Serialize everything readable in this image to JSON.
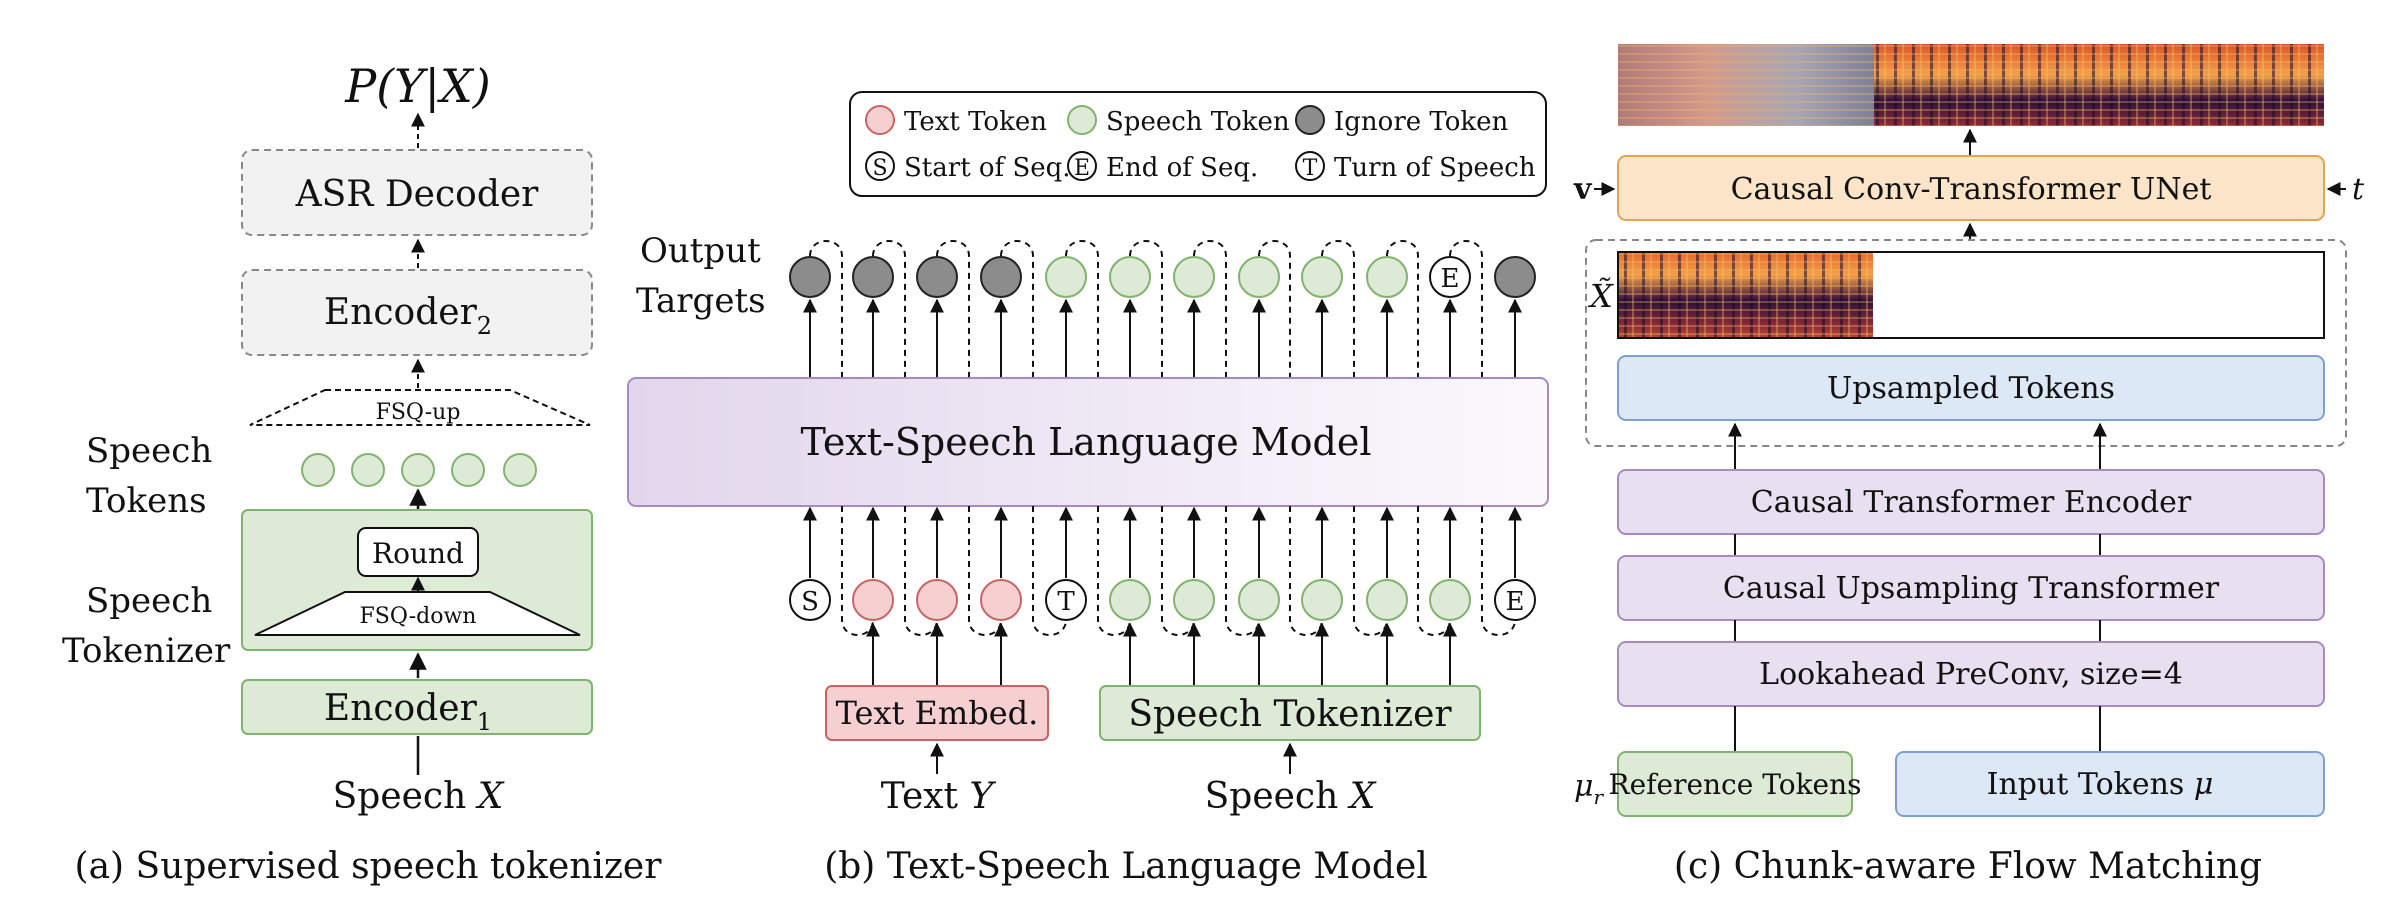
{
  "panel_a": {
    "output": "P(Y|X)",
    "asr_decoder": "ASR Decoder",
    "encoder2": "Encoder",
    "encoder2_sub": "2",
    "fsq_up": "FSQ-up",
    "speech_tokens_line1": "Speech",
    "speech_tokens_line2": "Tokens",
    "round": "Round",
    "fsq_down": "FSQ-down",
    "speech_tokenizer_line1": "Speech",
    "speech_tokenizer_line2": "Tokenizer",
    "encoder1": "Encoder",
    "encoder1_sub": "1",
    "input": "Speech",
    "input_var": "X",
    "caption": "(a) Supervised speech tokenizer"
  },
  "panel_b": {
    "legend": {
      "text_token": "Text Token",
      "speech_token": "Speech Token",
      "ignore_token": "Ignore Token",
      "start_of_seq": "Start of Seq.",
      "end_of_seq": "End of Seq.",
      "turn_of_speech": "Turn of Speech",
      "start_symbol": "S",
      "end_symbol": "E",
      "turn_symbol": "T"
    },
    "output_targets_line1": "Output",
    "output_targets_line2": "Targets",
    "lm": "Text-Speech Language Model",
    "text_embed": "Text Embed.",
    "speech_tokenizer": "Speech Tokenizer",
    "text_input": "Text",
    "text_var": "Y",
    "speech_input": "Speech",
    "speech_var": "X",
    "caption": "(b) Text-Speech Language Model"
  },
  "panel_c": {
    "unet": "Causal Conv-Transformer UNet",
    "v_label": "v",
    "t_label": "t",
    "x_tilde": "X̃",
    "upsampled": "Upsampled Tokens",
    "causal_transformer_encoder": "Causal Transformer Encoder",
    "causal_upsampling": "Causal Upsampling Transformer",
    "lookahead": "Lookahead PreConv, size=4",
    "mu_r": "μ",
    "mu_r_sub": "r",
    "reference_tokens": "Reference Tokens",
    "input_tokens": "Input Tokens",
    "mu": "μ",
    "caption": "(c) Chunk-aware Flow Matching"
  },
  "colors": {
    "green_fill": "#dcead6",
    "green_stroke": "#82b26f",
    "pink_fill": "#f6d0d0",
    "pink_stroke": "#c96464",
    "gray_token": "#8c8c8c",
    "purple_fill": "#e8dff0",
    "purple_stroke": "#a889c0",
    "blue_fill": "#dde8f7",
    "blue_stroke": "#7f9fcf",
    "orange_fill": "#fbe4c8",
    "orange_stroke": "#e0a550"
  }
}
